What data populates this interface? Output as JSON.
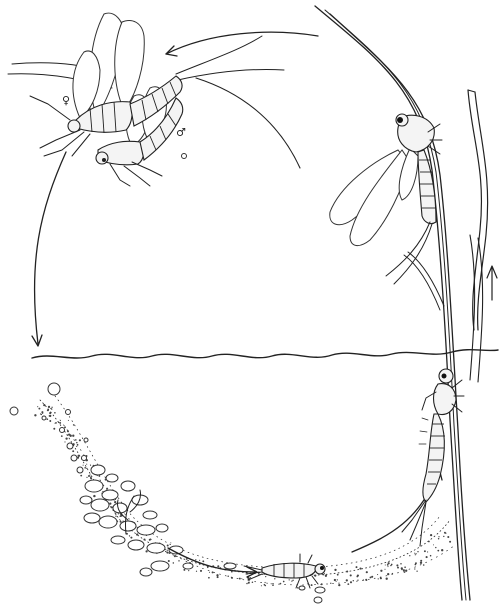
{
  "figure": {
    "colors": {
      "ink": "#222222",
      "paper": "#ffffff"
    },
    "stages": [
      {
        "name": "mating-adults"
      },
      {
        "name": "adult-resting-on-reed"
      },
      {
        "name": "eggs-sinking"
      },
      {
        "name": "nymph-on-bottom"
      },
      {
        "name": "nymph-climbing-reed"
      }
    ]
  }
}
